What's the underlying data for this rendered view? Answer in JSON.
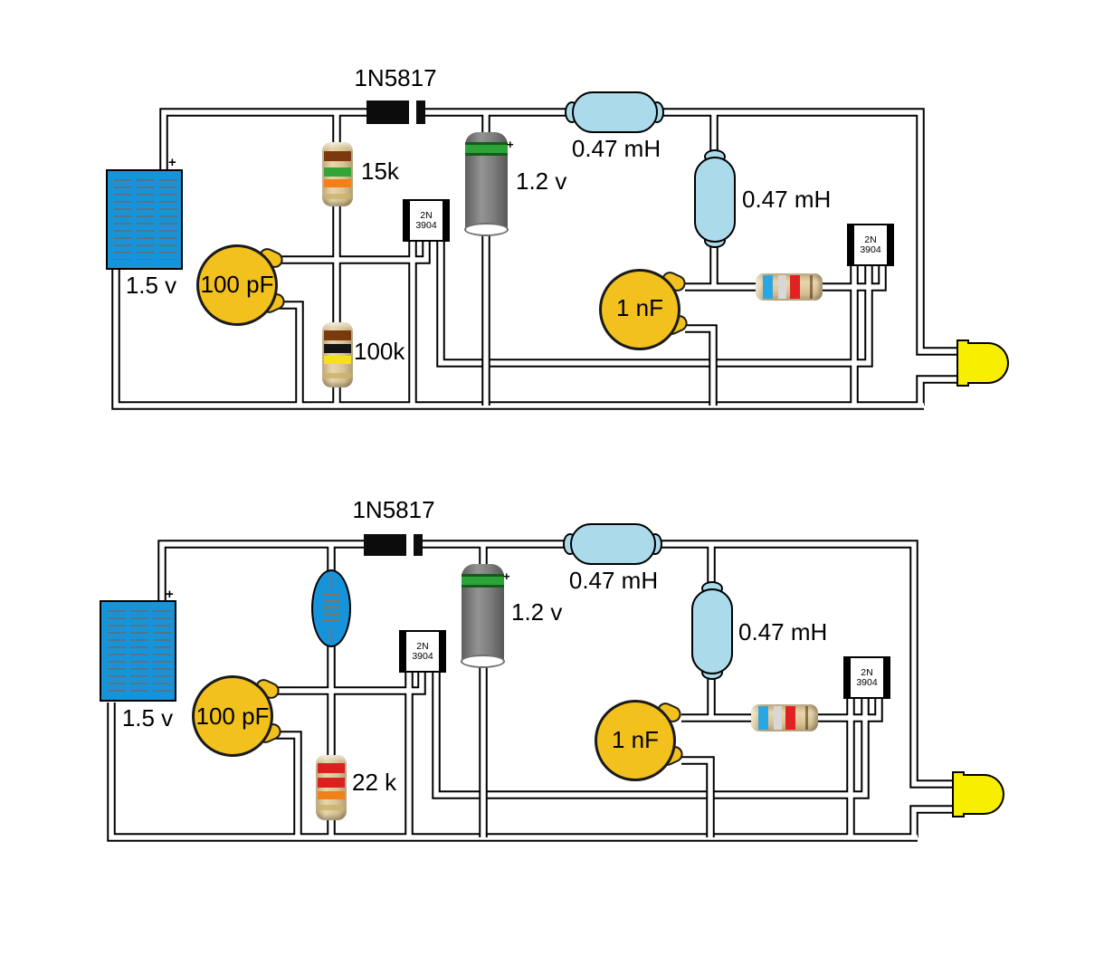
{
  "colors": {
    "panel-blue": "#1793d9",
    "inductor-blue": "#abdbeb",
    "cap-yellow": "#f2c11d",
    "led-yellow": "#f8ee00",
    "battery-green": "#2ca337",
    "resistor-tan": "#d8c295",
    "wire-stroke": "#000000",
    "wire-fill": "#ffffff"
  },
  "circuits": [
    {
      "position": "top",
      "labels": {
        "diode": "1N5817",
        "panel_voltage": "1.5 v",
        "panel_polarity": "+",
        "r_series": "15k",
        "r_shunt": "100k",
        "c_input": "100 pF",
        "battery_voltage": "1.2 v",
        "battery_polarity": "+",
        "l1": "0.47 mH",
        "l2": "0.47 mH",
        "c_tank": "1 nF",
        "q_line1": "2N",
        "q_line2": "3904"
      }
    },
    {
      "position": "bottom",
      "labels": {
        "diode": "1N5817",
        "panel_voltage": "1.5 v",
        "panel_polarity": "+",
        "r_shunt": "22 k",
        "c_input": "100 pF",
        "battery_voltage": "1.2 v",
        "battery_polarity": "+",
        "l1": "0.47 mH",
        "l2": "0.47 mH",
        "c_tank": "1 nF",
        "q_line1": "2N",
        "q_line2": "3904"
      }
    }
  ]
}
